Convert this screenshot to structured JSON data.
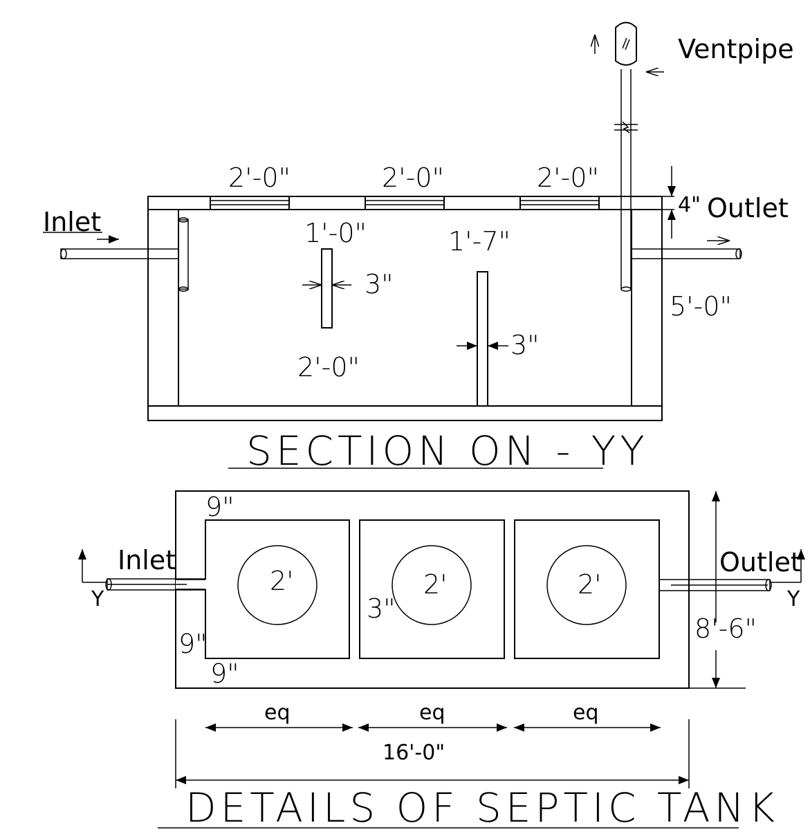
{
  "section": {
    "title": "SECTION ON - YY",
    "inlet_label": "Inlet",
    "outlet_label": "Outlet",
    "ventpipe_label": "Ventpipe",
    "slab_openings": [
      "2'-0\"",
      "2'-0\"",
      "2'-0\""
    ],
    "slab_thickness": "4\"",
    "baffle1_depth": "1'-0\"",
    "baffle2_depth": "1'-7\"",
    "baffle1_thickness": "3\"",
    "baffle2_thickness": "3\"",
    "baffle_gap": "2'-0\"",
    "tank_depth": "5'-0\""
  },
  "plan": {
    "title": "DETAILS OF SEPTIC TANK",
    "inlet_label": "Inlet",
    "outlet_label": "Outlet",
    "section_mark_left": "Y",
    "section_mark_right": "Y",
    "chambers": [
      {
        "opening": "2'"
      },
      {
        "opening": "2'"
      },
      {
        "opening": "2'"
      }
    ],
    "wall_top": "9\"",
    "wall_left": "9\"",
    "wall_bottom": "9\"",
    "partition": "3\"",
    "width": "8'-6\"",
    "segments": [
      "eq",
      "eq",
      "eq"
    ],
    "length": "16'-0\""
  }
}
